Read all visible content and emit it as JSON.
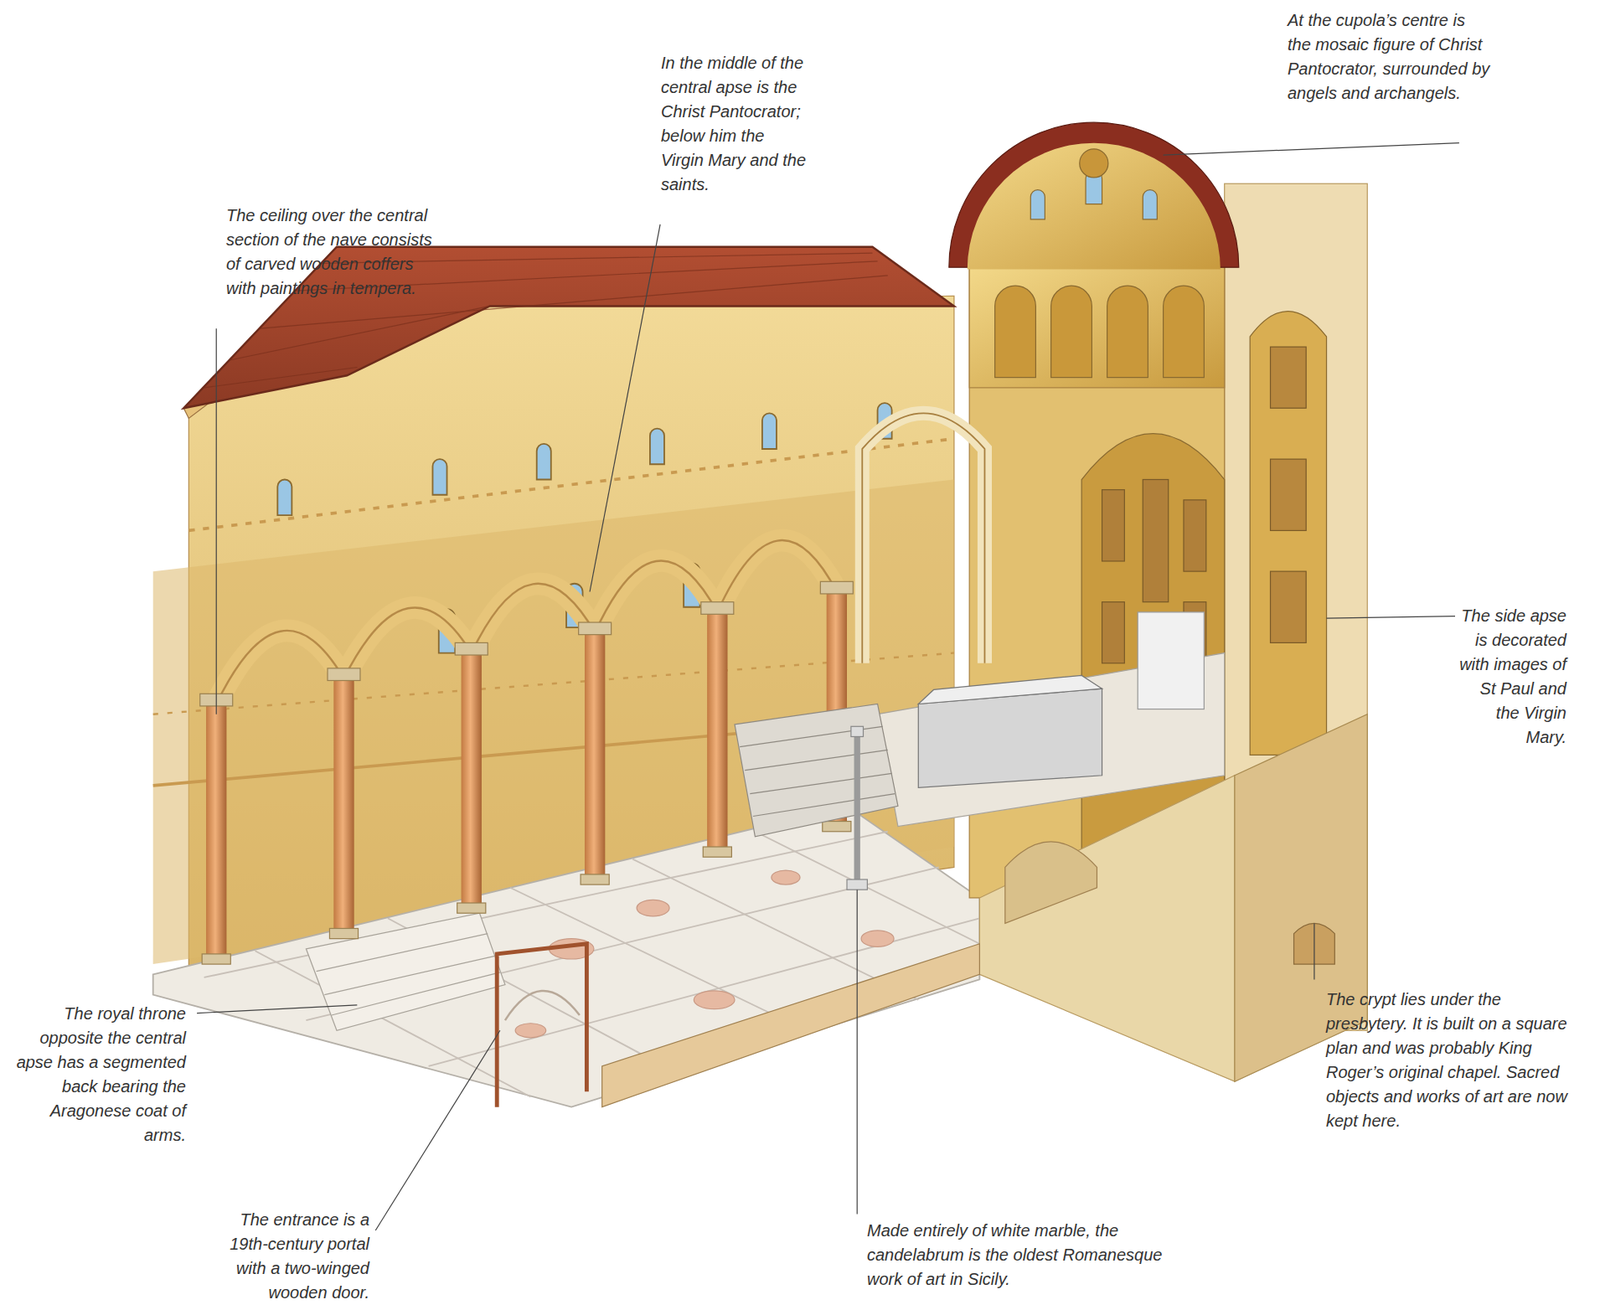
{
  "diagram": {
    "labels": [
      "In the middle of the central apse is the Christ Pantocrator; below him the Virgin Mary and the saints.",
      "At the cupola’s centre is the mosaic figure of Christ Pantocrator, surrounded by angels and archangels.",
      "The ceiling over the central section of the nave consists of carved wooden coffers with paintings in tempera.",
      "The side apse is decorated with images of St Paul and the Virgin Mary.",
      "The crypt lies under the presbytery. It is built on a square plan and was probably King Roger’s original chapel. Sacred objects and works of art are now kept here.",
      "The royal throne opposite the central apse has a segmented back bearing the Aragonese coat of arms.",
      "The entrance is a 19th-century portal with a two-winged wooden door.",
      "Made entirely of white marble, the candelabrum is the oldest Romanesque work of art in Sicily."
    ]
  }
}
